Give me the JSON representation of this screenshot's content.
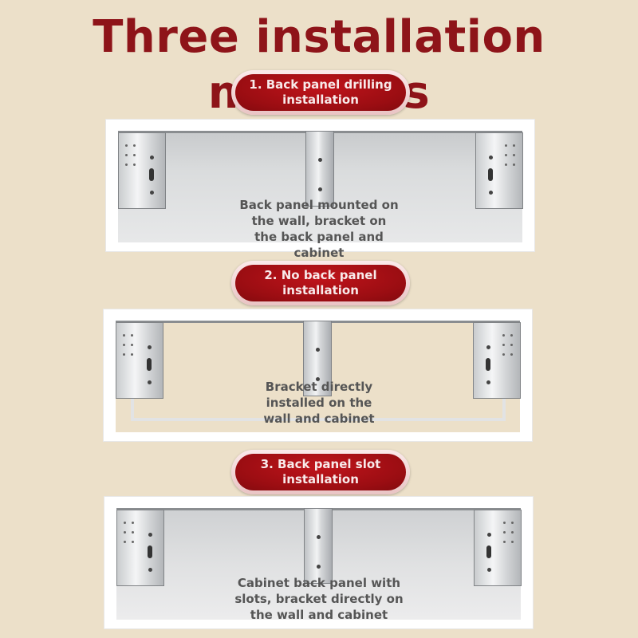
{
  "title": "Three installation methods",
  "methods": [
    {
      "label": "1. Back panel drilling installation",
      "caption": "Back panel mounted on the wall, bracket on the back panel and cabinet"
    },
    {
      "label": "2. No back panel installation",
      "caption": "Bracket directly installed on the wall and cabinet"
    },
    {
      "label": "3. Back panel slot installation",
      "caption": "Cabinet back panel with slots, bracket directly on the wall and cabinet"
    }
  ],
  "colors": {
    "background": "#ece0c9",
    "title": "#8e1419",
    "pill": "#9a0d12",
    "caption": "#555555"
  }
}
